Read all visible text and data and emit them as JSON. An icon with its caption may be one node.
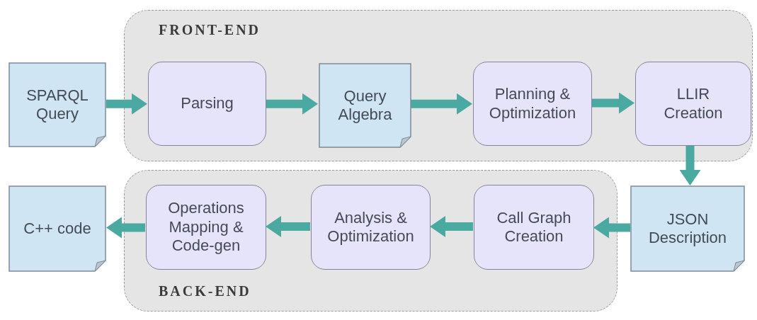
{
  "diagram": {
    "nodes": [
      {
        "text": [
          "FRONT-END"
        ]
      },
      {
        "text": [
          "SPARQL Query"
        ]
      },
      {
        "text": [
          "Parsing"
        ],
        "in": 0
      },
      {
        "text": [
          "Query Algebra"
        ],
        "in": 0
      },
      {
        "text": [
          "Planning & Optimization"
        ],
        "in": 0
      },
      {
        "text": [
          "LLIR Creation"
        ],
        "in": 0
      },
      {
        "text": [
          "BACK-END"
        ]
      },
      {
        "text": [
          "JSON Description"
        ]
      },
      {
        "text": [
          "Call Graph Creation"
        ],
        "in": 6
      },
      {
        "text": [
          "Analysis & Optimization"
        ],
        "in": 6
      },
      {
        "text": [
          "Operations Mapping & Code-gen"
        ],
        "in": 6
      },
      {
        "text": [
          "C++ code"
        ]
      }
    ],
    "edges": [
      {
        "from": 1,
        "to": 2,
        "arrow": "to"
      },
      {
        "from": 2,
        "to": 3,
        "arrow": "to"
      },
      {
        "from": 3,
        "to": 4,
        "arrow": "to"
      },
      {
        "from": 4,
        "to": 5,
        "arrow": "to"
      },
      {
        "from": 5,
        "to": 7,
        "arrow": "to"
      },
      {
        "from": 7,
        "to": 8,
        "arrow": "to"
      },
      {
        "from": 8,
        "to": 9,
        "arrow": "to"
      },
      {
        "from": 9,
        "to": 10,
        "arrow": "to"
      },
      {
        "from": 10,
        "to": 11,
        "arrow": "to"
      }
    ]
  }
}
